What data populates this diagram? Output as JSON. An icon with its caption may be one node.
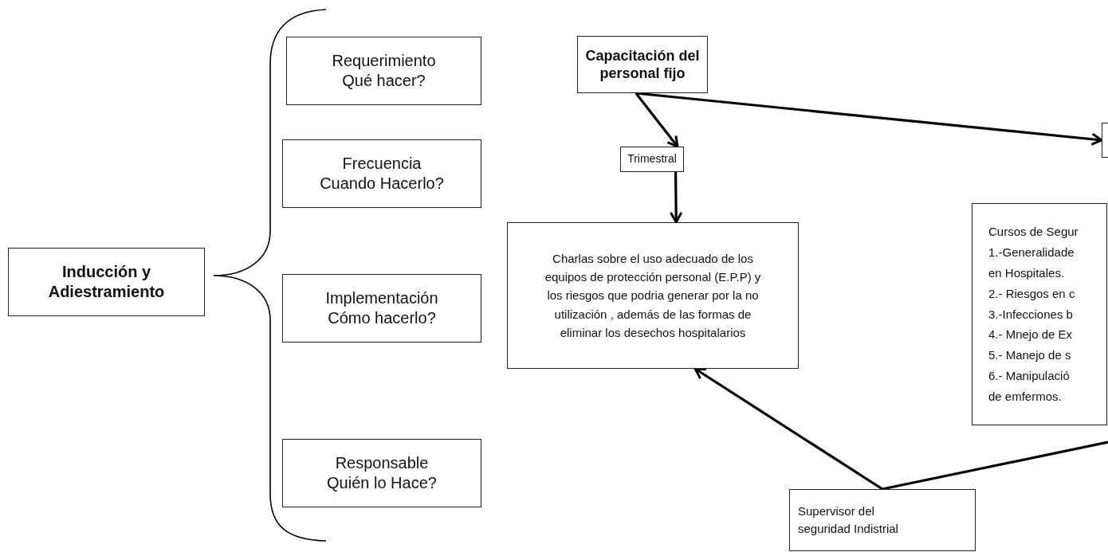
{
  "diagram": {
    "nodes": [
      {
        "text": [
          "Inducción y Adiestramiento"
        ]
      },
      {
        "text": [
          "Requerimiento",
          "Qué hacer?"
        ]
      },
      {
        "text": [
          "Frecuencia",
          "Cuando Hacerlo?"
        ]
      },
      {
        "text": [
          "Implementación",
          "Cómo hacerlo?"
        ]
      },
      {
        "text": [
          "Responsable",
          "Quién lo Hace?"
        ]
      },
      {
        "text": [
          "Capacitación del personal fijo"
        ]
      },
      {
        "text": [
          "Trimestral"
        ]
      },
      {
        "text": [],
        "shape": "box"
      },
      {
        "text": [
          "Charlas sobre el uso adecuado de los equipos de protección personal (E.P.P) y los riesgos  que podria generar por la no utilización , además de  las formas de eliminar los desechos hospitalarios"
        ]
      },
      {
        "text": [
          "Cursos de Segur",
          "1.-Generalidade",
          "en Hospitales.",
          "2.- Riesgos en c",
          "3.-Infecciones b",
          "4.- Mnejo de Ex",
          "5.- Manejo de s",
          "6.- Manipulació",
          "de emfermos."
        ]
      },
      {
        "text": [
          "Supervisor del seguridad Indistrial"
        ]
      }
    ],
    "edges": [
      {
        "from": 5,
        "to": 6,
        "arrow": "to"
      },
      {
        "from": 5,
        "to": 7,
        "arrow": "to"
      },
      {
        "from": 6,
        "to": 8,
        "arrow": "to"
      },
      {
        "from": 10,
        "to": 8,
        "arrow": "to"
      },
      {
        "from": 10,
        "to": null,
        "arrow": "none"
      }
    ]
  }
}
